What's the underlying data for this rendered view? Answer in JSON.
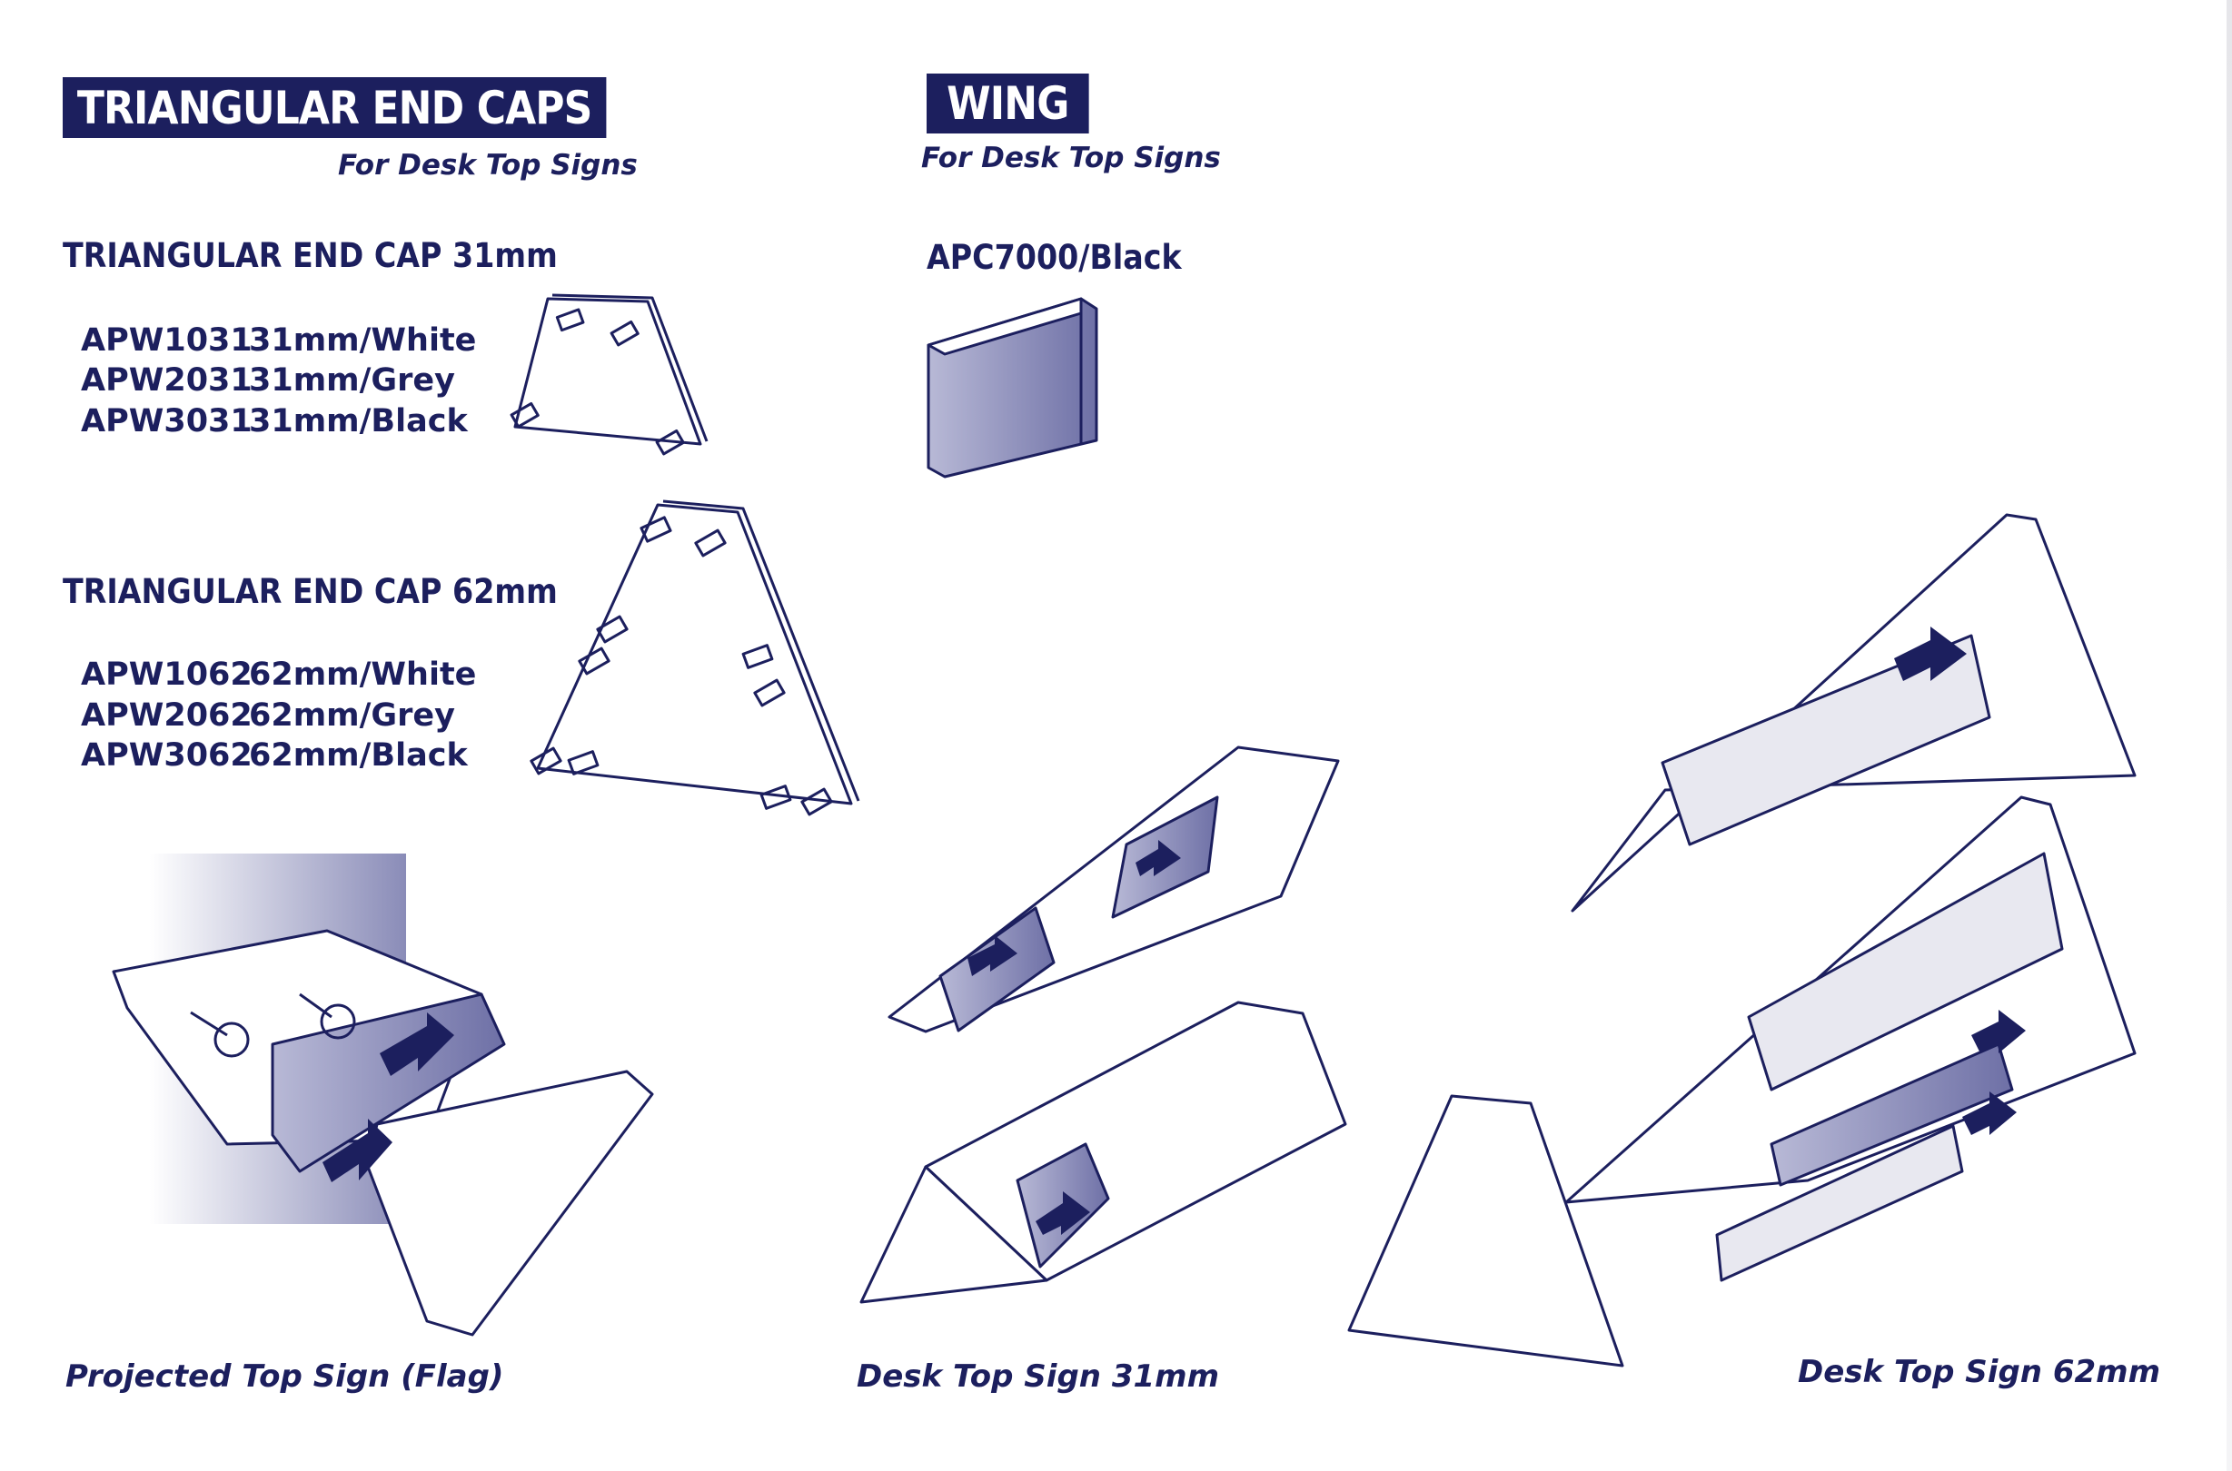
{
  "colors": {
    "navy": "#1c1f5e",
    "shade": "#8a8cb8"
  },
  "end_caps": {
    "title": "TRIANGULAR END CAPS",
    "subtitle": "For Desk Top Signs",
    "cap31": {
      "heading": "TRIANGULAR END CAP 31mm",
      "items": [
        {
          "code": "APW1031",
          "desc": "31mm/White"
        },
        {
          "code": "APW2031",
          "desc": "31mm/Grey"
        },
        {
          "code": "APW3031",
          "desc": "31mm/Black"
        }
      ]
    },
    "cap62": {
      "heading": "TRIANGULAR END CAP 62mm",
      "items": [
        {
          "code": "APW1062",
          "desc": "62mm/White"
        },
        {
          "code": "APW2062",
          "desc": "62mm/Grey"
        },
        {
          "code": "APW3062",
          "desc": "62mm/Black"
        }
      ]
    }
  },
  "wing": {
    "title": "WING",
    "subtitle": "For Desk Top Signs",
    "product": "APC7000/Black"
  },
  "captions": {
    "flag": "Projected Top Sign (Flag)",
    "desk31": "Desk Top Sign 31mm",
    "desk62": "Desk Top Sign 62mm"
  }
}
